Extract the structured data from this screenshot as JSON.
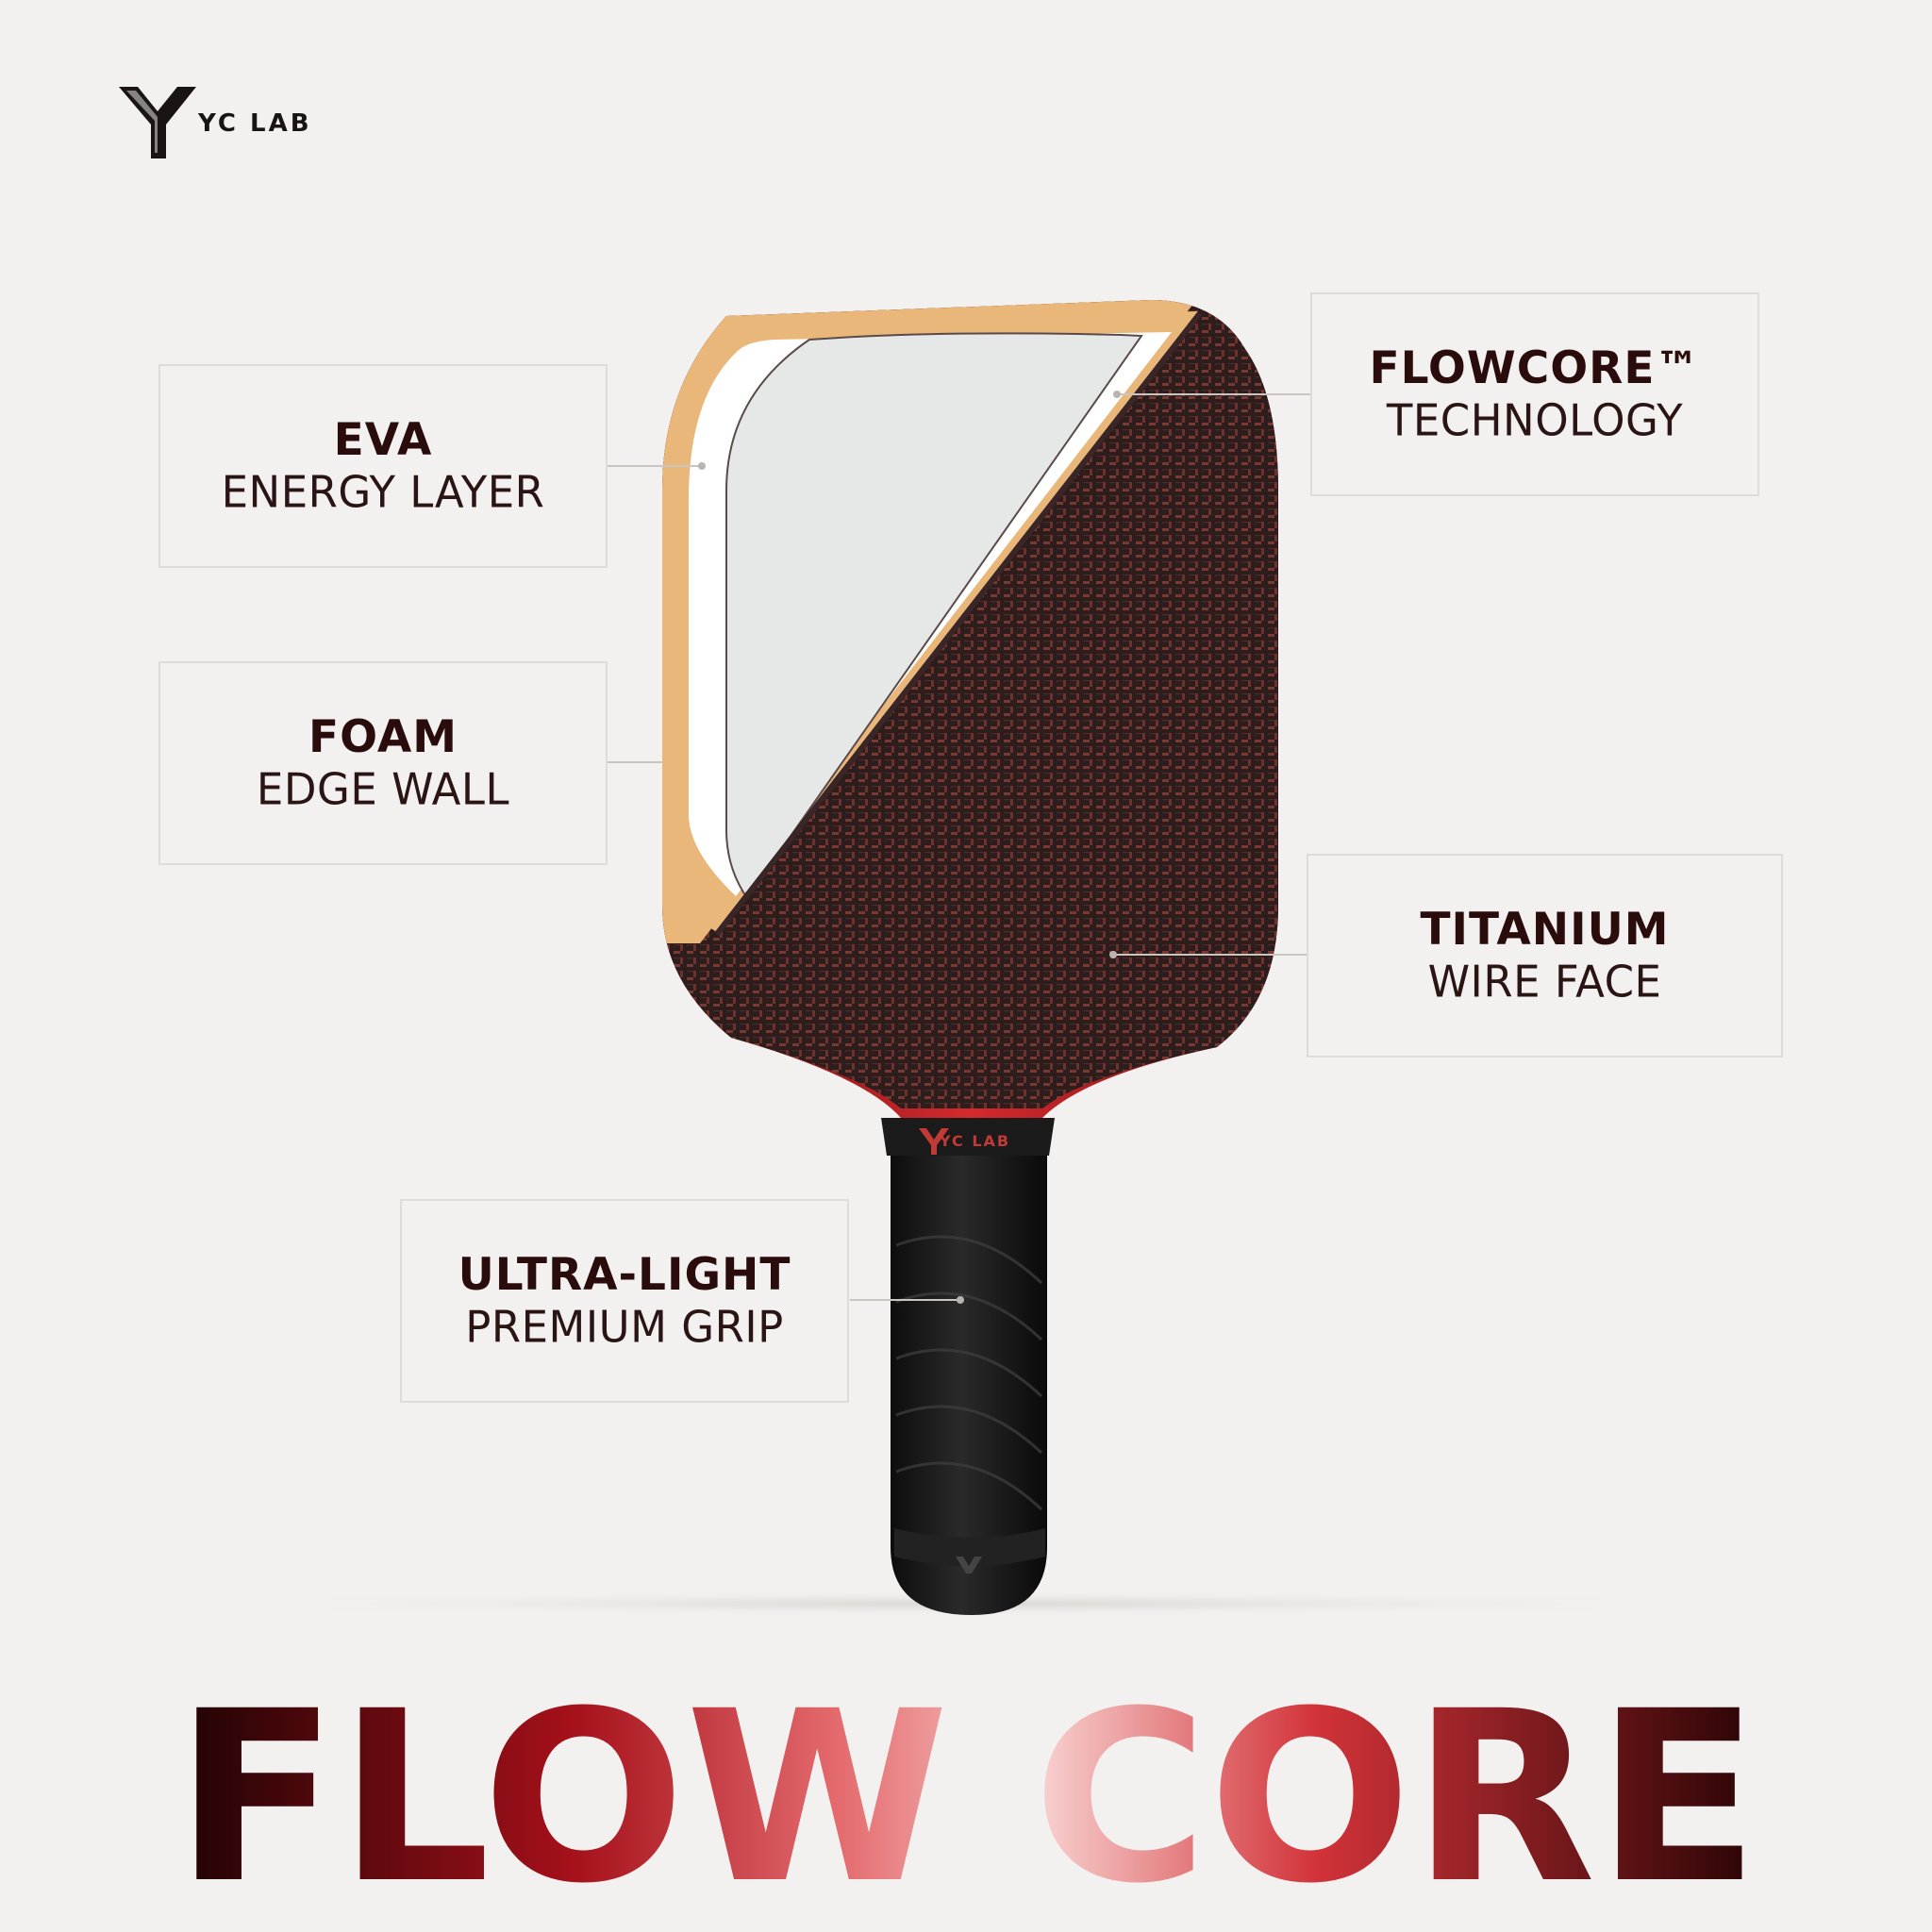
{
  "brand": {
    "name": "YC LAB",
    "accent": "#c21f24",
    "dark": "#2a0c0c"
  },
  "callouts": {
    "eva": {
      "title": "EVA",
      "subtitle": "ENERGY LAYER"
    },
    "foam": {
      "title": "FOAM",
      "subtitle": "EDGE WALL"
    },
    "flowcore": {
      "title": "FLOWCORE™",
      "subtitle": "TECHNOLOGY"
    },
    "titanium": {
      "title": "TITANIUM",
      "subtitle": "WIRE FACE"
    },
    "grip": {
      "title": "ULTRA-LIGHT",
      "subtitle": "PREMIUM GRIP"
    }
  },
  "product": {
    "name": "FLOW CORE",
    "grip_logo": "YC LAB",
    "colors": {
      "edge_wall": "#e9b779",
      "eva_layer": "#ffffff",
      "core": "#e6e8e8",
      "face": "#3a2626",
      "frame": "#b0141a",
      "grip": "#161616"
    }
  }
}
